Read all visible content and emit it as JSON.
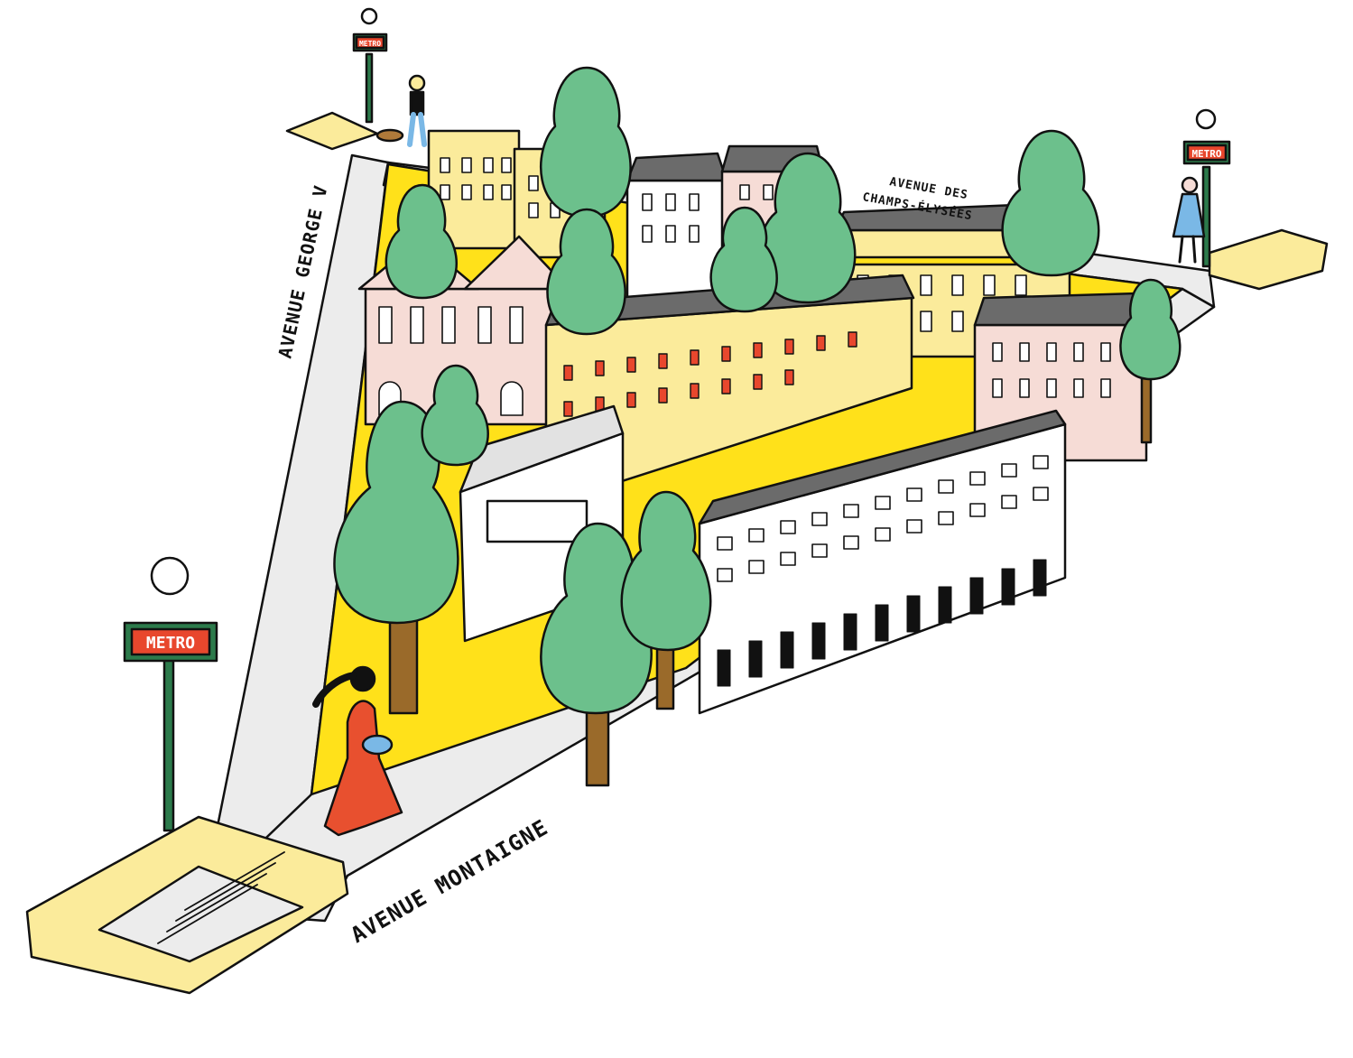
{
  "streets": {
    "george_v": "AVENUE GEORGE V",
    "montaigne": "AVENUE MONTAIGNE",
    "champs_line1": "AVENUE DES",
    "champs_line2": "CHAMPS-ÉLYSÉES"
  },
  "metro_signs": [
    {
      "label": "METRO"
    },
    {
      "label": "METRO"
    },
    {
      "label": "METRO"
    }
  ],
  "colors": {
    "yellow": "#ffe11a",
    "pale_yellow": "#fbeb9b",
    "tree": "#6cc08c",
    "trunk": "#9a6a2a",
    "sidewalk": "#ececec",
    "roof": "#6b6b6b",
    "pink": "#f6dcd6",
    "metro_green": "#2c7a4b",
    "metro_red": "#e8472d",
    "dress": "#e8502f"
  },
  "icons": [
    "tree-icon",
    "metro-sign-icon",
    "pedestrian-icon",
    "dog-icon",
    "building-icon"
  ]
}
